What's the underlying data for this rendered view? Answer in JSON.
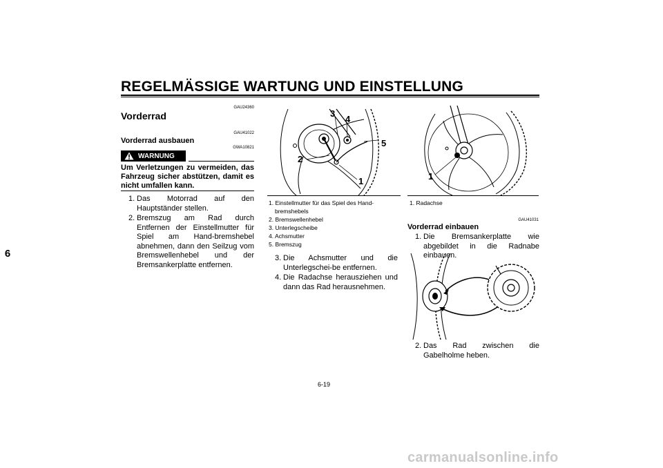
{
  "header": {
    "title": "REGELMÄSSIGE WARTUNG UND EINSTELLUNG",
    "chapter": "6"
  },
  "codes": {
    "c1": "GAU24360",
    "c2": "GAU41022",
    "c3": "GWA10821",
    "c4": "GAU41031"
  },
  "section": {
    "title": "Vorderrad",
    "subtitle": "Vorderrad ausbauen"
  },
  "warning": {
    "label": "WARNUNG",
    "text": "Um Verletzungen zu vermeiden, das Fahrzeug sicher abstützen, damit es nicht umfallen kann."
  },
  "steps_left": [
    {
      "n": "1.",
      "t": "Das Motorrad auf den Hauptständer stellen."
    },
    {
      "n": "2.",
      "t": "Bremszug am Rad durch Entfernen der Einstellmutter für Spiel am Hand-bremshebel abnehmen, dann den Seilzug vom Bremswellenhebel und der Bremsankerplatte entfernen."
    }
  ],
  "figure1": {
    "callouts": [
      "1",
      "2",
      "3",
      "4",
      "5"
    ],
    "captions": [
      "1. Einstellmutter für das Spiel des Hand-",
      "bremshebels",
      "2. Bremswellenhebel",
      "3. Unterlegscheibe",
      "4. Achsmutter",
      "5. Bremszug"
    ]
  },
  "steps_mid": [
    {
      "n": "3.",
      "t": "Die Achsmutter und die Unterlegschei-be entfernen."
    },
    {
      "n": "4.",
      "t": "Die Radachse herausziehen und dann das Rad herausnehmen."
    }
  ],
  "figure2": {
    "callouts": [
      "1"
    ],
    "caption": "1. Radachse"
  },
  "install": {
    "title": "Vorderrad einbauen",
    "step1": {
      "n": "1.",
      "t": "Die Bremsankerplatte wie abgebildet in die Radnabe einbauen."
    },
    "step2": {
      "n": "2.",
      "t": "Das Rad zwischen die Gabelholme heben."
    }
  },
  "page_number": "6-19",
  "watermark": "carmanualsonline.info"
}
